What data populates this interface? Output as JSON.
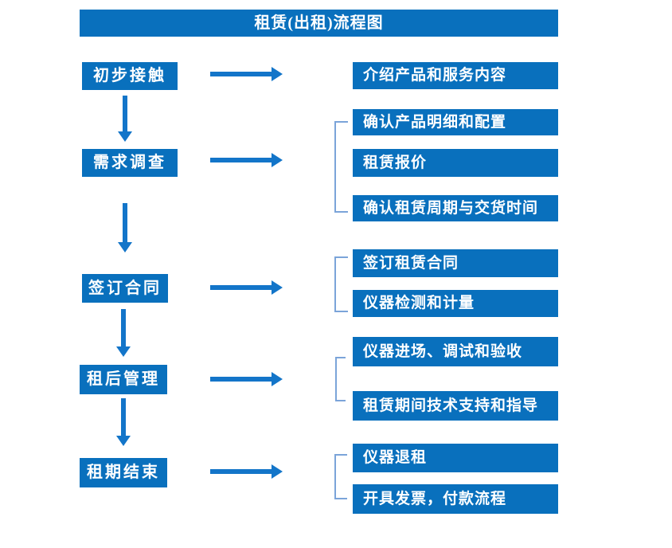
{
  "title": "租赁(出租)流程图",
  "colors": {
    "box_blue": "#0970bd",
    "arrow_blue": "#1375c9",
    "bracket_blue": "#7ba4d9",
    "text_white": "#ffffff",
    "background": "#ffffff"
  },
  "steps": [
    {
      "label": "初步接触",
      "details": [
        "介绍产品和服务内容"
      ]
    },
    {
      "label": "需求调查",
      "details": [
        "确认产品明细和配置",
        "租赁报价",
        "确认租赁周期与交货时间"
      ]
    },
    {
      "label": "签订合同",
      "details": [
        "签订租赁合同",
        "仪器检测和计量"
      ]
    },
    {
      "label": "租后管理",
      "details": [
        "仪器进场、调试和验收",
        "租赁期间技术支持和指导"
      ]
    },
    {
      "label": "租期结束",
      "details": [
        "仪器退租",
        "开具发票，付款流程"
      ]
    }
  ]
}
